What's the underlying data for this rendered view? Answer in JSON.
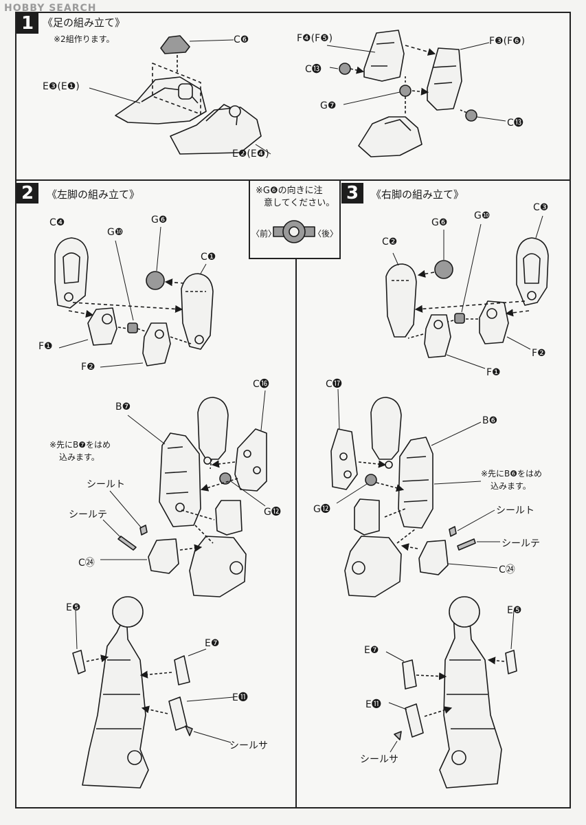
{
  "watermark": "HOBBY SEARCH",
  "step1": {
    "number": "1",
    "title": "《足の組み立て》",
    "note": "※2組作ります。",
    "labels": {
      "c6": "C❻",
      "e3e1": "E❸(E❶)",
      "e2e4": "E❷(E❹)",
      "f4f5": "F❹(F❺)",
      "f3f6": "F❸(F❻)",
      "c13a": "C⓭",
      "c13b": "C⓭",
      "g7": "G❼"
    }
  },
  "caution": {
    "line1": "※G❻の向きに注",
    "line2": "意してください。",
    "front": "〈前〉",
    "back": "〈後〉"
  },
  "step2": {
    "number": "2",
    "title": "《左脚の組み立て》",
    "note_line1": "※先にB❼をはめ",
    "note_line2": "込みます。",
    "labels": {
      "c4": "C❹",
      "g10": "G❿",
      "g6": "G❻",
      "c1": "C❶",
      "f1": "F❶",
      "f2": "F❷",
      "b7": "B❼",
      "c16": "C⓰",
      "seal_to": "シールト",
      "seal_te": "シールテ",
      "g12": "G⓬",
      "c24": "C㉔",
      "e5": "E❺",
      "e7": "E❼",
      "e11": "E⓫",
      "seal_sa": "シールサ"
    }
  },
  "step3": {
    "number": "3",
    "title": "《右脚の組み立て》",
    "note_line1": "※先にB❻をはめ",
    "note_line2": "込みます。",
    "labels": {
      "c3": "C❸",
      "g6": "G❻",
      "g10": "G❿",
      "c2": "C❷",
      "f2": "F❷",
      "f1": "F❶",
      "c17": "C⓱",
      "b6": "B❻",
      "g12": "G⓬",
      "seal_to": "シールト",
      "seal_te": "シールテ",
      "c24": "C㉔",
      "e5": "E❺",
      "e7": "E❼",
      "e11": "E⓫",
      "seal_sa": "シールサ"
    }
  },
  "colors": {
    "line": "#1a1a1a",
    "part_fill": "#f2f2f0",
    "shade": "#bdbdbd",
    "frame": "#222222"
  }
}
